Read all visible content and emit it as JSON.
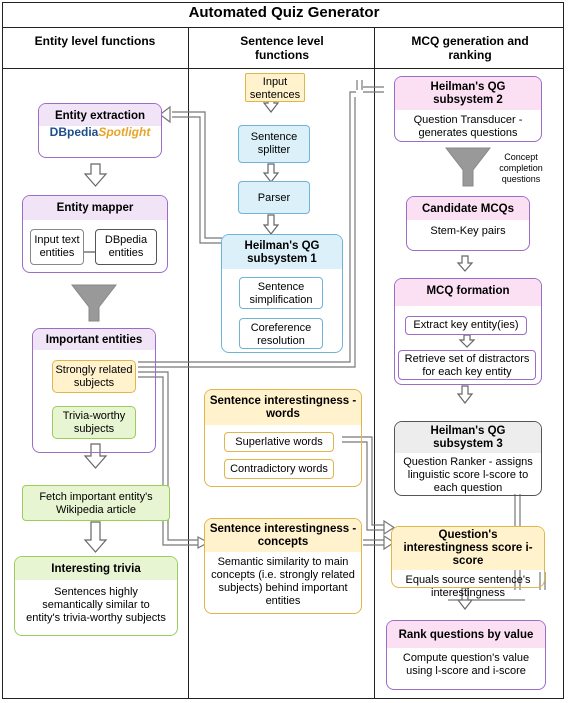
{
  "title": "Automated Quiz Generator",
  "columns": {
    "entity": "Entity level functions",
    "sentence": "Sentence level functions",
    "mcq": "MCQ generation and ranking"
  },
  "entity_col": {
    "entity_extraction": "Entity extraction",
    "dbpedia_logo_a": "DBpedia",
    "dbpedia_logo_b": "Spotlight",
    "entity_mapper": "Entity mapper",
    "input_text_entities": "Input text entities",
    "dbpedia_entities": "DBpedia entities",
    "important_entities": "Important entities",
    "strongly_related": "Strongly related subjects",
    "trivia_worthy": "Trivia-worthy subjects",
    "fetch_article": "Fetch important entity's Wikipedia article",
    "interesting_trivia": "Interesting trivia",
    "trivia_desc": "Sentences highly semantically similar to entity's trivia-worthy subjects"
  },
  "sentence_col": {
    "input_sentences": "Input sentences",
    "splitter": "Sentence splitter",
    "parser": "Parser",
    "qg1_title": "Heilman's QG subsystem 1",
    "simplification": "Sentence simplification",
    "coreference": "Coreference resolution",
    "words_title": "Sentence interestingness - words",
    "superlative": "Superlative words",
    "contradictory": "Contradictory words",
    "concepts_title": "Sentence interestingness - concepts",
    "concepts_desc": "Semantic similarity to main concepts (i.e. strongly related subjects) behind important entities"
  },
  "mcq_col": {
    "qg2_title": "Heilman's QG subsystem 2",
    "qg2_desc": "Question Transducer - generates questions",
    "concept_note": "Concept completion questions",
    "candidate_title": "Candidate MCQs",
    "candidate_desc": "Stem-Key pairs",
    "formation_title": "MCQ formation",
    "extract_key": "Extract key entity(ies)",
    "retrieve": "Retrieve set of distractors for each key entity",
    "qg3_title": "Heilman's QG subsystem 3",
    "qg3_desc": "Question Ranker - assigns linguistic score l-score to each question",
    "iscore_title": "Question's interestingness score i-score",
    "iscore_desc": "Equals source sentence's interestingness",
    "rank_title": "Rank questions by value",
    "rank_desc": "Compute question's value using l-score and i-score"
  }
}
